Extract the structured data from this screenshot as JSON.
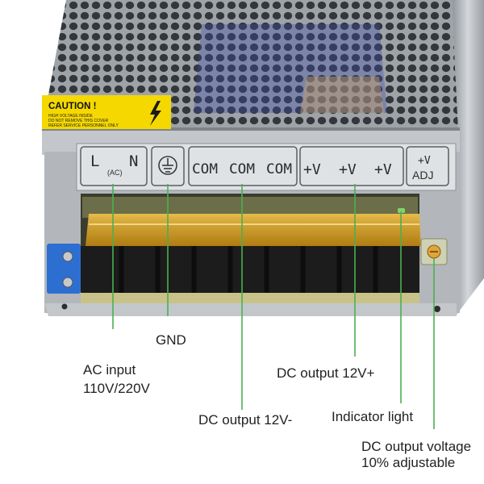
{
  "caution_sticker": {
    "title": "CAUTION !",
    "line1": "HIGH VOLTAGE INSIDE",
    "line2": "DO NOT REMOVE THIS COVER",
    "line3": "REFER SERVICE PERSONNEL ONLY"
  },
  "terminal_labels": {
    "l": "L",
    "ac": "(AC)",
    "n": "N",
    "com_1": "COM",
    "com_2": "COM",
    "com_3": "COM",
    "plus_v_1": "+V",
    "plus_v_2": "+V",
    "plus_v_3": "+V",
    "adj_top": "+V",
    "adj_bottom": "ADJ"
  },
  "callouts": {
    "gnd": "GND",
    "ac_input_line1": "AC input",
    "ac_input_line2": "110V/220V",
    "dc_output_minus": "DC output 12V-",
    "dc_output_plus": "DC output 12V+",
    "indicator_light": "Indicator light",
    "adjust_line1": "DC output voltage",
    "adjust_line2": "10% adjustable"
  },
  "colors": {
    "callout_line": "#4caf50",
    "caution_yellow": "#f5d800",
    "chassis": "#b8bcc0",
    "terminal_cover": "#d9a21a",
    "terminal_block": "#1c1c1c"
  }
}
